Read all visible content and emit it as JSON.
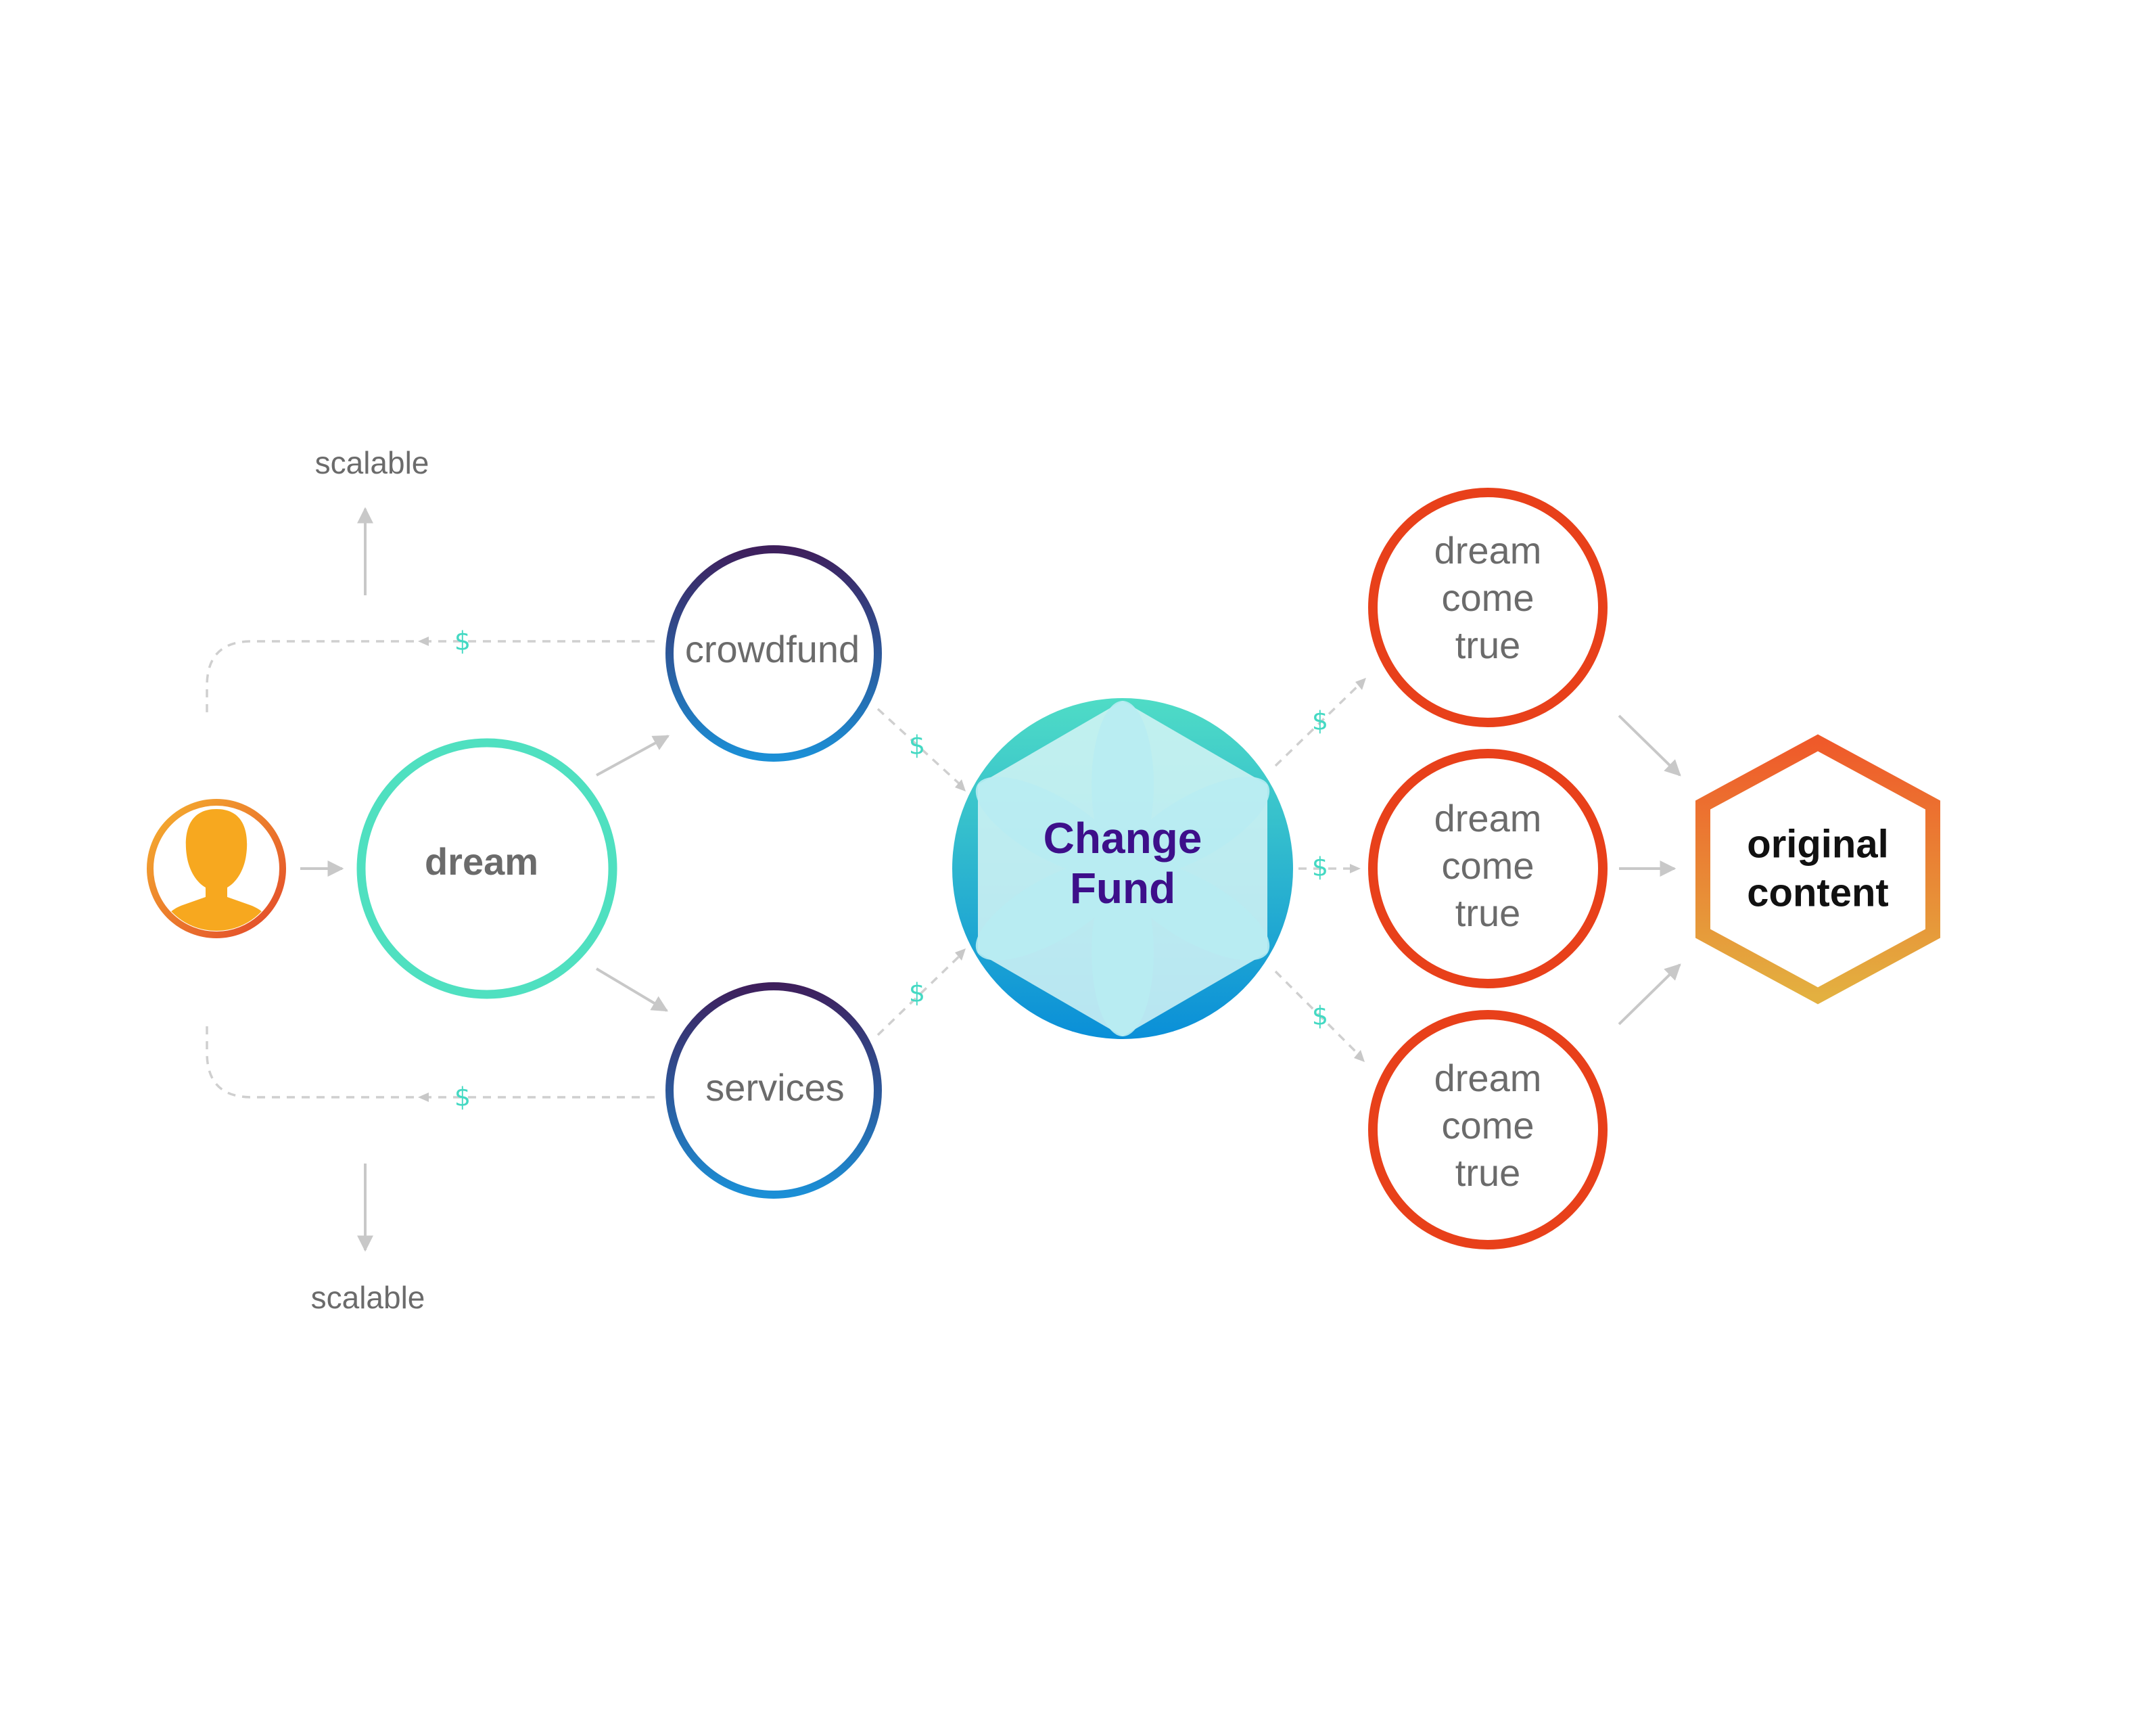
{
  "labels": {
    "scalable_top": "scalable",
    "scalable_bottom": "scalable",
    "dream": "dream",
    "crowdfund": "crowdfund",
    "services": "services",
    "change_fund_line1": "Change",
    "change_fund_line2": "Fund",
    "outcome_line1": "dream",
    "outcome_line2": "come",
    "outcome_line3": "true",
    "hex_line1": "original",
    "hex_line2": "content",
    "dollar": "$"
  },
  "icons": {
    "person": "person-avatar-icon",
    "change_fund": "flower-icon"
  },
  "colors": {
    "dream_ring": "#4fe0c0",
    "ring_top": "#3e1f5c",
    "ring_bottom": "#1b8fd6",
    "outcome_ring": "#e8401a",
    "hex_top": "#ef5a2a",
    "hex_bottom": "#e3b040",
    "person_fill": "#f7a81f",
    "fund_title": "#3d0f8a",
    "dollar_sign": "#44d9c3"
  }
}
